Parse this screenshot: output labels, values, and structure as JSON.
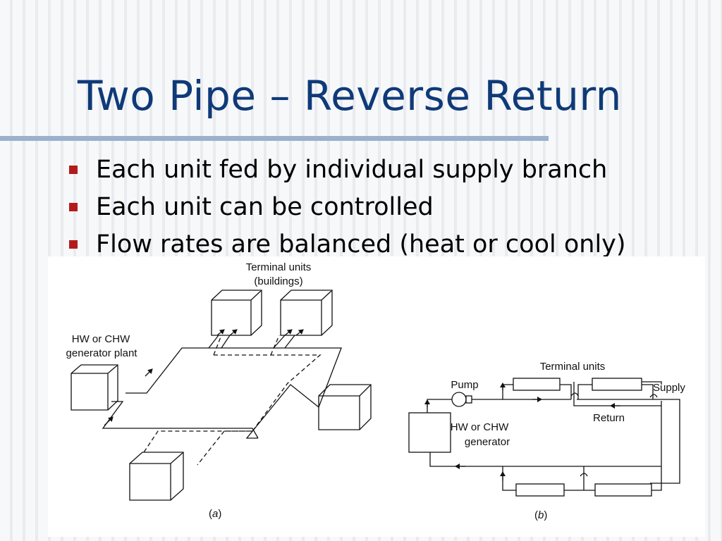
{
  "slide": {
    "title": "Two Pipe – Reverse Return",
    "bullets": [
      "Each unit fed by individual supply branch",
      "Each unit can be controlled",
      "Flow rates are balanced (heat or cool only)"
    ]
  },
  "figure_a": {
    "terminal_units_label": "Terminal units",
    "buildings_label": "(buildings)",
    "plant_label_line1": "HW or CHW",
    "plant_label_line2": "generator plant",
    "caption_open": "(",
    "caption_letter": "a",
    "caption_close": ")"
  },
  "figure_b": {
    "terminal_units_label": "Terminal units",
    "pump_label": "Pump",
    "supply_label": "Supply",
    "return_label": "Return",
    "generator_label_line1": "HW or CHW",
    "generator_label_line2": "generator",
    "caption_open": "(",
    "caption_letter": "b",
    "caption_close": ")"
  },
  "colors": {
    "title": "#0f3a78",
    "bullet_mark": "#b31b1b",
    "title_rule": "#9bb1ce"
  }
}
